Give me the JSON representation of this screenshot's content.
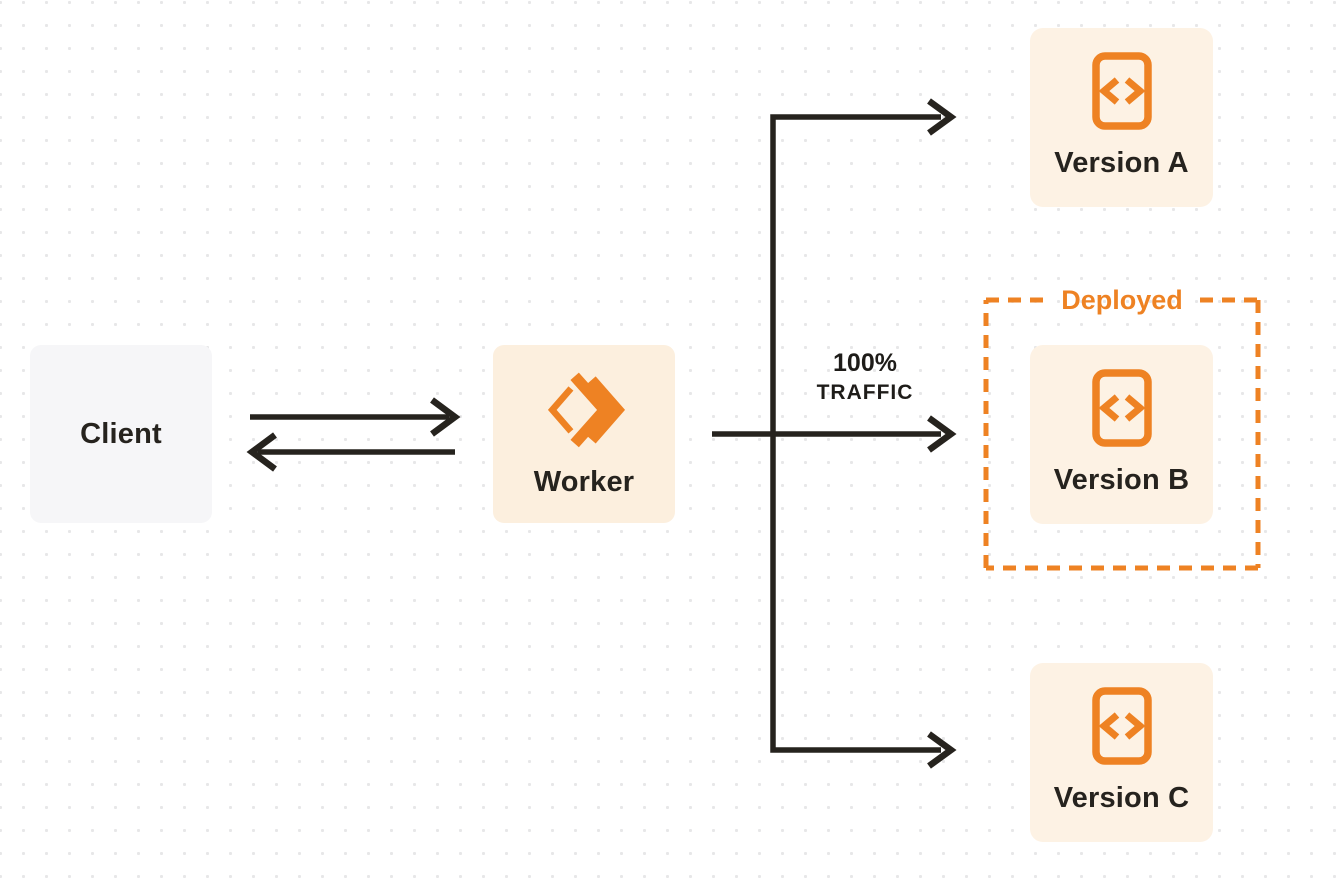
{
  "diagram_title": "worker-traffic-routing-diagram",
  "nodes": {
    "client": {
      "label": "Client"
    },
    "worker": {
      "label": "Worker"
    },
    "version_a": {
      "label": "Version A"
    },
    "version_b": {
      "label": "Version B"
    },
    "version_c": {
      "label": "Version C"
    }
  },
  "annotations": {
    "deployed_tag": "Deployed",
    "traffic_pct": "100%",
    "traffic_word": "TRAFFIC"
  },
  "edges": [
    {
      "from": "client",
      "to": "worker",
      "type": "request-arrow"
    },
    {
      "from": "worker",
      "to": "client",
      "type": "response-arrow"
    },
    {
      "from": "worker",
      "to": "version_a",
      "type": "branch-arrow"
    },
    {
      "from": "worker",
      "to": "version_b",
      "type": "branch-arrow",
      "label": "100% TRAFFIC"
    },
    {
      "from": "worker",
      "to": "version_c",
      "type": "branch-arrow"
    }
  ],
  "icons": {
    "worker_icon": "workers-double-chevron-icon",
    "version_icon": "code-file-icon"
  },
  "colors": {
    "accent_orange": "#ee8223",
    "cream_box": "#fcefde",
    "version_cream_box": "#fdf2e4",
    "client_gray_box": "#f6f6f8",
    "line_dark": "#26231e",
    "dot_grid": "#e7e7e8",
    "background": "#ffffff"
  }
}
